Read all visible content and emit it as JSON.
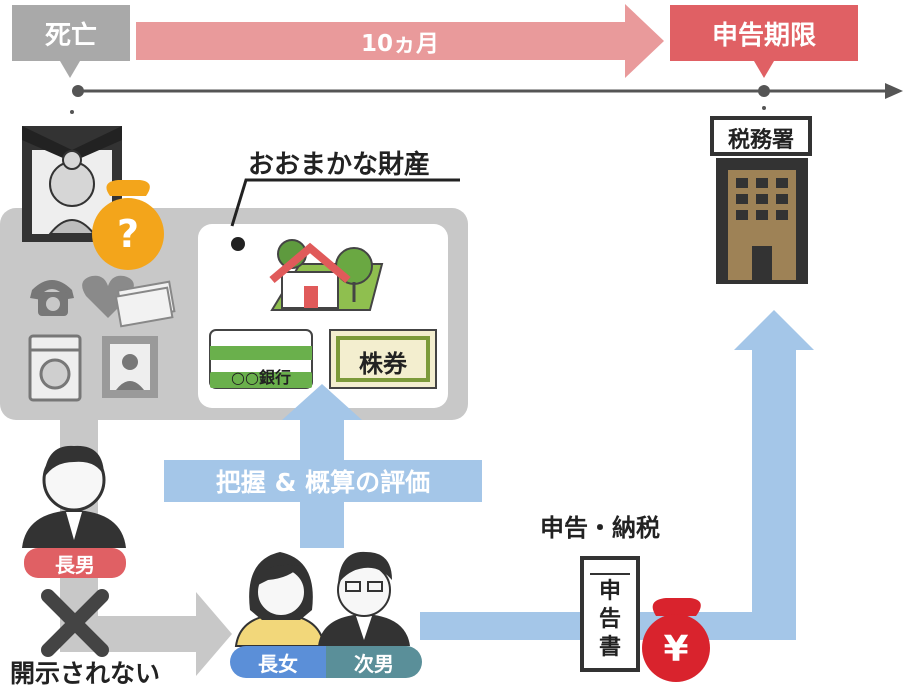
{
  "timeline": {
    "start_label": "死亡",
    "duration_label": "10ヵ月",
    "deadline_label": "申告期限"
  },
  "estate": {
    "caption": "おおまかな財産",
    "bank_card_label": "○○銀行",
    "stock_label": "株券"
  },
  "tax_office": {
    "label": "税務署"
  },
  "process": {
    "evaluate_label": "把握 & 概算の評価",
    "file_pay_label": "申告・納税",
    "not_disclosed_label": "開示されない",
    "document_label": "申告書",
    "money_symbol": "¥",
    "unknown_symbol": "?"
  },
  "people": {
    "eldest_son": "長男",
    "eldest_daughter": "長女",
    "second_son": "次男"
  },
  "colors": {
    "gray_label": "#a9a9a9",
    "pink_arrow": "#e99a9b",
    "red_label": "#e06064",
    "blue_arrow": "#a4c6e8",
    "blue_pill": "#5b8fd8",
    "teal_pill": "#5a8f99",
    "gold": "#f3a51b",
    "money_red": "#d9232d",
    "building_brown": "#9e8256"
  }
}
